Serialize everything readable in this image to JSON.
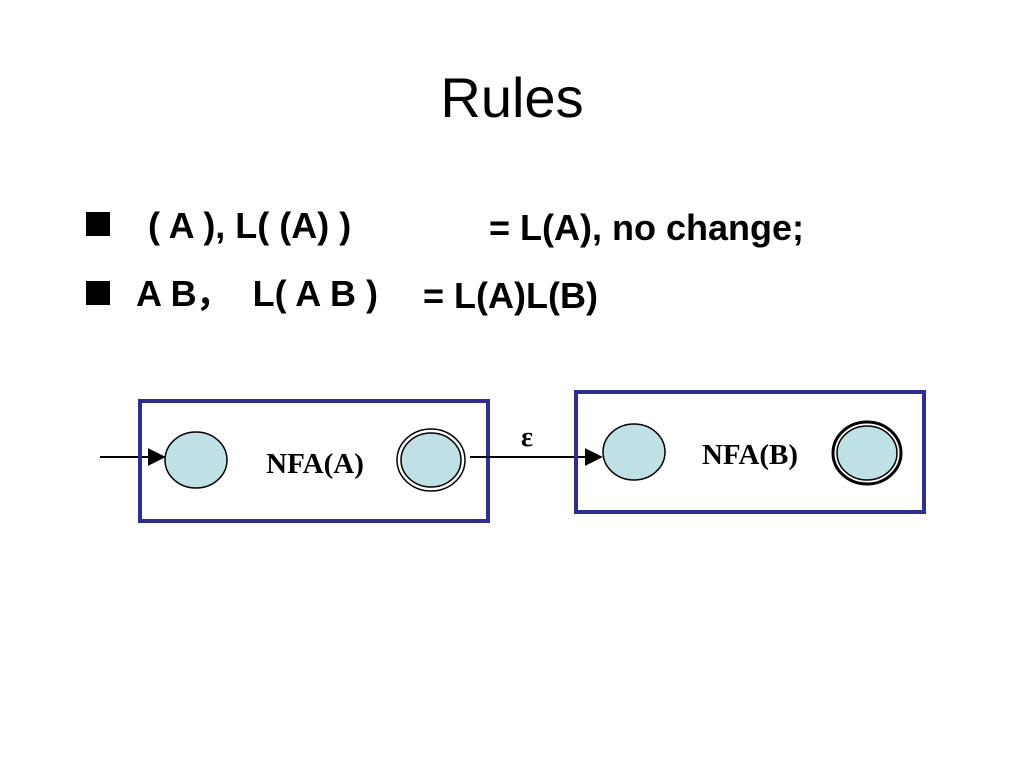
{
  "slide": {
    "title": "Rules"
  },
  "bullets": [
    {
      "marker": "square",
      "left_part": "( A ), L( (A) )",
      "right_part": "= L(A), no change;"
    },
    {
      "marker": "square",
      "left_part": "A B，  L( A B )",
      "right_part": "= L(A)L(B)"
    }
  ],
  "diagram": {
    "nfa_a_label": "NFA(A)",
    "nfa_b_label": "NFA(B)",
    "transition_label": "ε",
    "box_color": "#2e2e8f",
    "state_fill": "#bfe0e4"
  }
}
